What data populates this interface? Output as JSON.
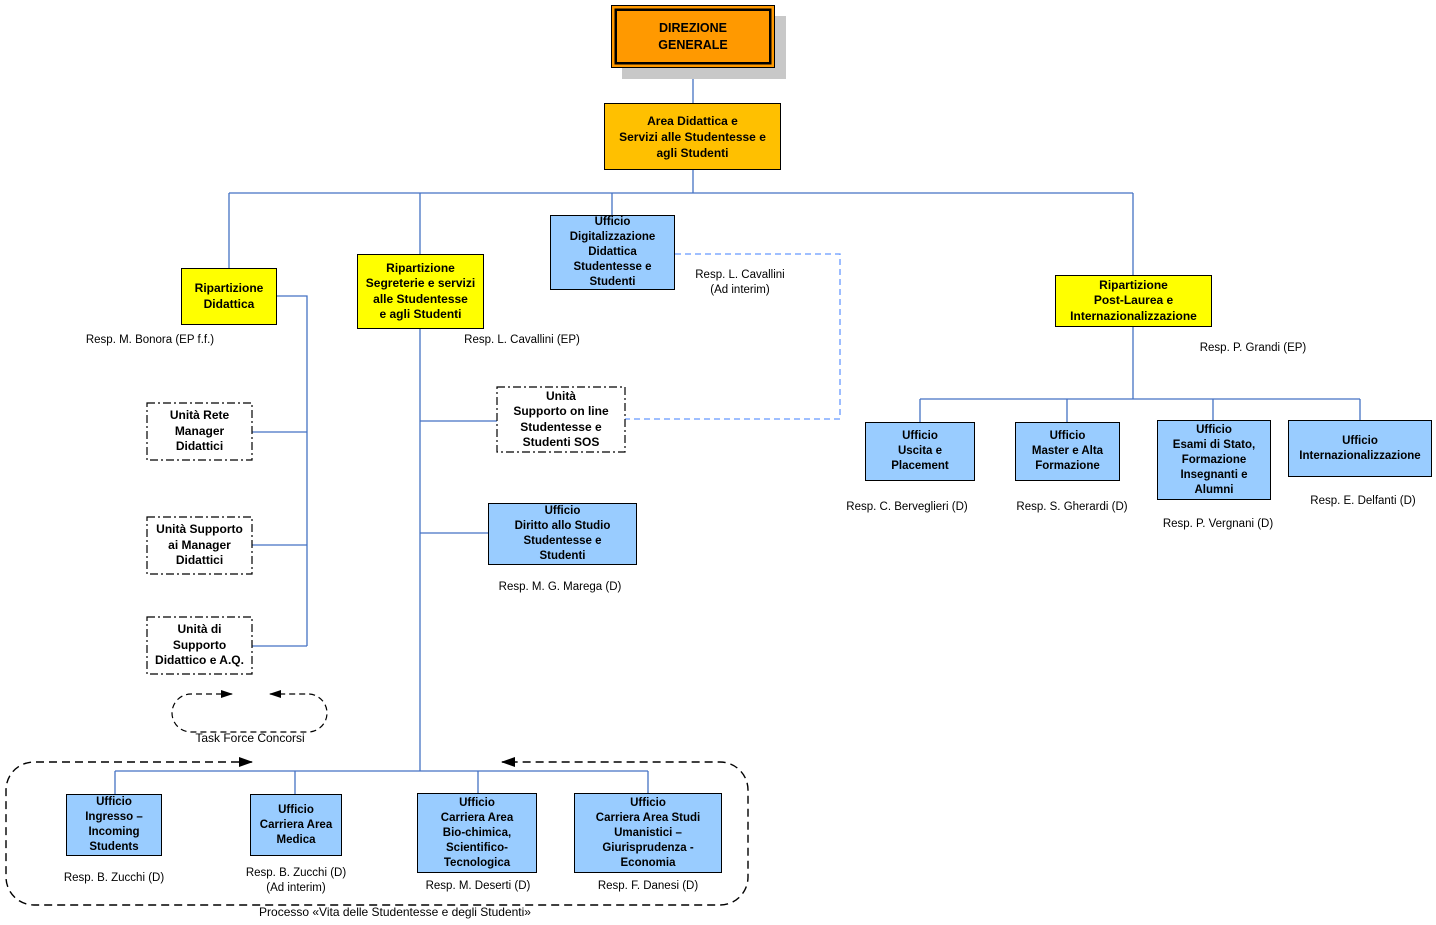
{
  "colors": {
    "direzione_fill": "#FF9900",
    "area_fill": "#FFC000",
    "ripartizione_fill": "#FFFF00",
    "ufficio_fill": "#99CCFF",
    "connector_solid": "#4472C4",
    "connector_dashed": "#6699FF",
    "dashed_shapes": "#000000",
    "shadow": "#C8C8C8"
  },
  "nodes": {
    "direzione_generale": {
      "label": [
        "DIREZIONE",
        "GENERALE"
      ]
    },
    "area_didattica": {
      "label": [
        "Area Didattica e",
        "Servizi alle Studentesse e",
        "agli Studenti"
      ]
    },
    "rip_didattica": {
      "label": [
        "Ripartizione",
        "Didattica"
      ],
      "resp": "Resp. M. Bonora (EP f.f.)"
    },
    "rip_segreterie": {
      "label": [
        "Ripartizione",
        "Segreterie e servizi",
        "alle Studentesse",
        "e agli Studenti"
      ],
      "resp": "Resp. L. Cavallini (EP)"
    },
    "uff_digitalizzazione": {
      "label": [
        "Ufficio",
        "Digitalizzazione",
        "Didattica",
        "Studentesse e",
        "Studenti"
      ],
      "resp": [
        "Resp. L. Cavallini",
        "(Ad interim)"
      ]
    },
    "rip_post_laurea": {
      "label": [
        "Ripartizione",
        "Post-Laurea e",
        "Internazionalizzazione"
      ],
      "resp": "Resp. P. Grandi (EP)"
    },
    "unita_rete_manager": {
      "label": [
        "Unità Rete",
        "Manager",
        "Didattici"
      ]
    },
    "unita_supporto_manager": {
      "label": [
        "Unità Supporto",
        "ai Manager",
        "Didattici"
      ]
    },
    "unita_supporto_didattico": {
      "label": [
        "Unità di",
        "Supporto",
        "Didattico e A.Q."
      ]
    },
    "unita_sos": {
      "label": [
        "Unità",
        "Supporto on line",
        "Studentesse e",
        "Studenti SOS"
      ]
    },
    "uff_diritto_studio": {
      "label": [
        "Ufficio",
        "Diritto allo Studio",
        "Studentesse e",
        "Studenti"
      ],
      "resp": "Resp. M. G. Marega (D)"
    },
    "uff_uscita_placement": {
      "label": [
        "Ufficio",
        "Uscita e",
        "Placement"
      ],
      "resp": "Resp. C. Berveglieri (D)"
    },
    "uff_master_alta_formazione": {
      "label": [
        "Ufficio",
        "Master e Alta",
        "Formazione"
      ],
      "resp": "Resp. S. Gherardi (D)"
    },
    "uff_esami_di_stato": {
      "label": [
        "Ufficio",
        "Esami di Stato,",
        "Formazione",
        "Insegnanti e",
        "Alumni"
      ],
      "resp": "Resp. P. Vergnani (D)"
    },
    "uff_internazionalizzazione": {
      "label": [
        "Ufficio",
        "Internazionalizzazione"
      ],
      "resp": "Resp. E. Delfanti (D)"
    },
    "task_force": {
      "label": "Task Force Concorsi"
    },
    "uff_ingresso": {
      "label": [
        "Ufficio",
        "Ingresso –",
        "Incoming",
        "Students"
      ],
      "resp": "Resp. B. Zucchi (D)"
    },
    "uff_carriera_medica": {
      "label": [
        "Ufficio",
        "Carriera Area",
        "Medica"
      ],
      "resp": [
        "Resp. B. Zucchi (D)",
        "(Ad interim)"
      ]
    },
    "uff_carriera_bio": {
      "label": [
        "Ufficio",
        "Carriera Area",
        "Bio-chimica,",
        "Scientifico-",
        "Tecnologica"
      ],
      "resp": "Resp. M. Deserti (D)"
    },
    "uff_carriera_umanistici": {
      "label": [
        "Ufficio",
        "Carriera Area Studi",
        "Umanistici –",
        "Giurisprudenza -",
        "Economia"
      ],
      "resp": "Resp. F. Danesi (D)"
    },
    "processo_caption": "Processo «Vita delle Studentesse e degli Studenti»"
  }
}
